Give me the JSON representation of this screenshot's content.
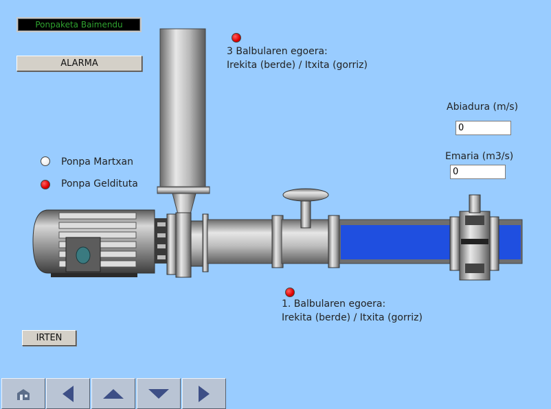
{
  "header": {
    "status_text": "Ponpaketa Baimendu",
    "alarm_label": "ALARMA"
  },
  "valve3": {
    "title": "3 Balbularen egoera:",
    "legend": "Irekita (berde) / Itxita (gorriz)",
    "state_color": "#e00000"
  },
  "valve1": {
    "title": "1. Balbularen egoera:",
    "legend": "Irekita (berde) / Itxita (gorriz)",
    "state_color": "#e00000"
  },
  "pump": {
    "running_label": "Ponpa Martxan",
    "stopped_label": "Ponpa Geldituta"
  },
  "readouts": {
    "speed_label": "Abiadura (m/s)",
    "speed_value": "0",
    "flow_label": "Emaria (m3/s)",
    "flow_value": "0"
  },
  "exit_label": "IRTEN",
  "nav": [
    "home-icon",
    "left-arrow-icon",
    "up-arrow-icon",
    "down-arrow-icon",
    "right-arrow-icon"
  ],
  "colors": {
    "background": "#99ccff",
    "water": "#1f4fe0",
    "alarm_red": "#e00000"
  }
}
